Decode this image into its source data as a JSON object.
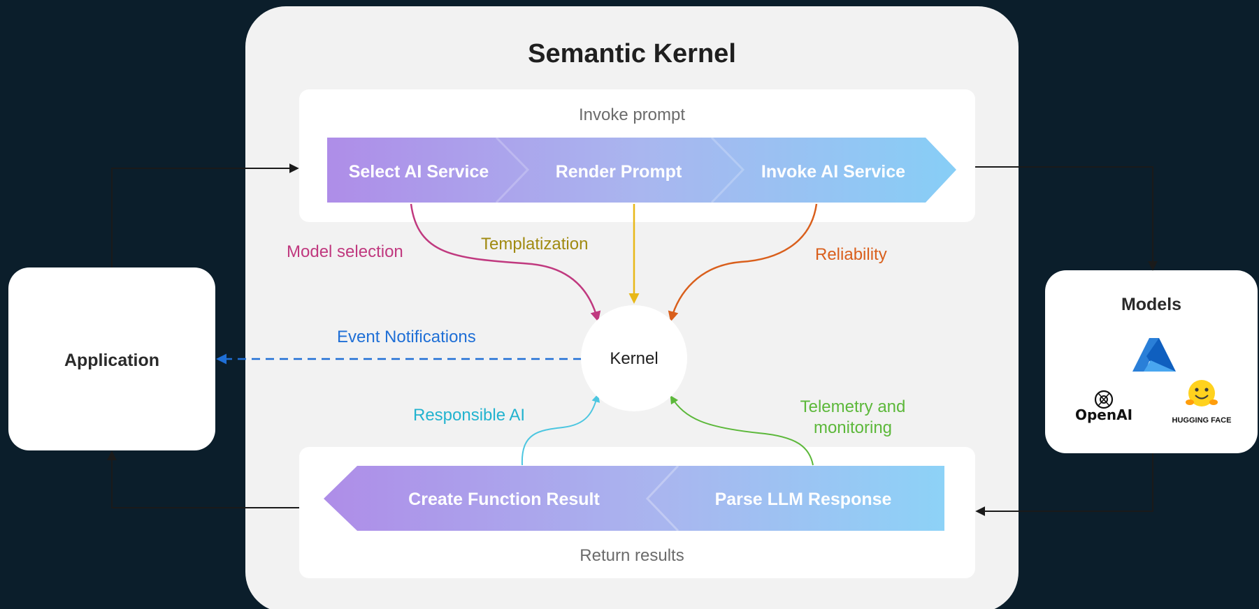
{
  "title": "Semantic Kernel",
  "invoke": {
    "label": "Invoke prompt",
    "steps": [
      "Select AI Service",
      "Render Prompt",
      "Invoke AI Service"
    ]
  },
  "return": {
    "label": "Return results",
    "steps": [
      "Create Function Result",
      "Parse LLM Response"
    ]
  },
  "kernel": "Kernel",
  "labels": {
    "model_selection": "Model selection",
    "templatization": "Templatization",
    "reliability": "Reliability",
    "event_notifications": "Event Notifications",
    "responsible_ai": "Responsible AI",
    "telemetry_line1": "Telemetry and",
    "telemetry_line2": "monitoring"
  },
  "application": "Application",
  "models": {
    "title": "Models",
    "openai": "OpenAI",
    "huggingface": "HUGGING FACE"
  },
  "colors": {
    "background": "#0b1e2b",
    "model_selection": "#c0397f",
    "templatization": "#a08a10",
    "reliability": "#d95f1c",
    "event_notifications": "#1f6fd6",
    "responsible_ai": "#22b3cf",
    "telemetry": "#5cb83a"
  }
}
